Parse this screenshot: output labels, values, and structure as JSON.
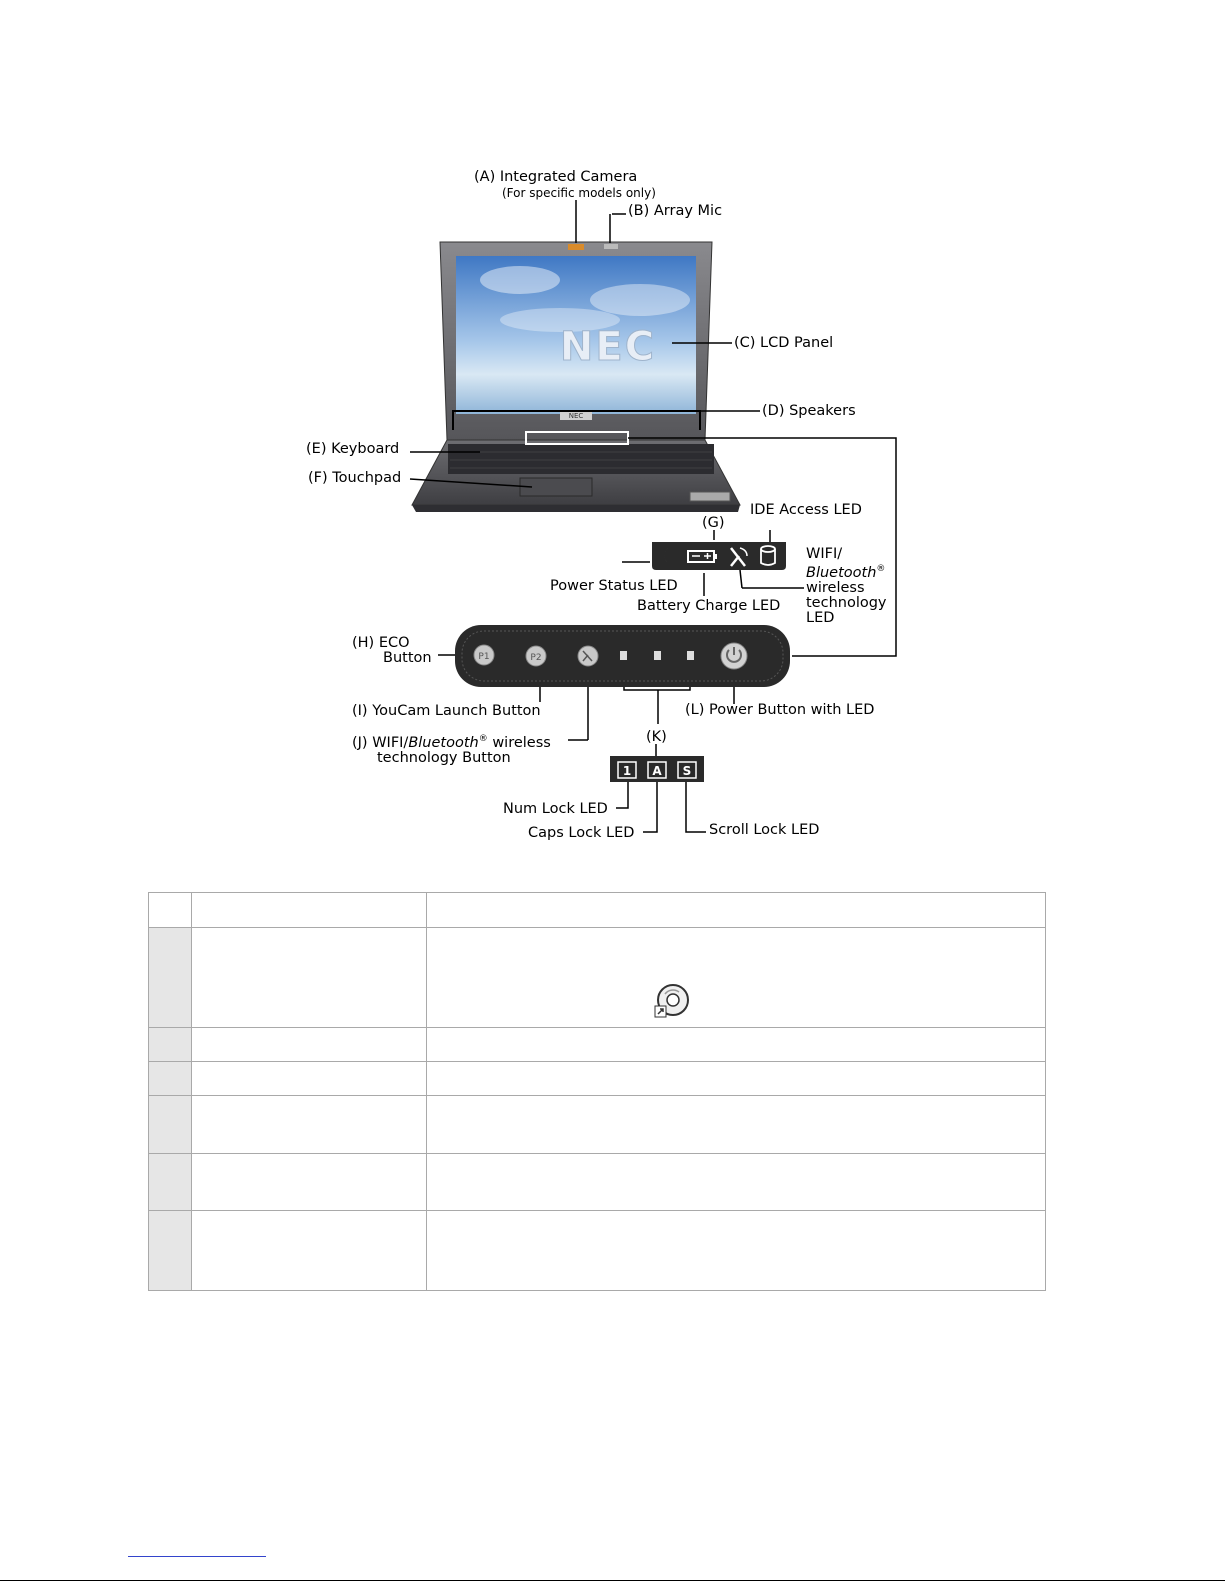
{
  "callouts": {
    "A": "(A) Integrated Camera",
    "A_note": "(For specific models only)",
    "B": "(B) Array Mic",
    "C": "(C) LCD Panel",
    "D": "(D) Speakers",
    "E": "(E) Keyboard",
    "F": "(F) Touchpad",
    "G": "(G)",
    "H_line1": "(H) ECO",
    "H_line2": "Button",
    "I": "(I) YouCam Launch Button",
    "J_prefix": "(J) WIFI/",
    "J_italic": "Bluetooth",
    "J_sup": "®",
    "J_suffix": " wireless",
    "J_line2": "technology Button",
    "K": "(K)",
    "L": "(L) Power Button with LED"
  },
  "led_labels": {
    "ide": "IDE Access LED",
    "power_status": "Power Status LED",
    "battery": "Battery Charge LED",
    "wifi_line1": "WIFI/",
    "wifi_italic": "Bluetooth",
    "wifi_sup": "®",
    "wifi_line3": "wireless",
    "wifi_line4": "technology",
    "wifi_line5": "LED",
    "num": "Num Lock LED",
    "caps": "Caps Lock LED",
    "scroll": "Scroll Lock LED"
  },
  "screen_logo": "NEC",
  "bezel_logo": "NEC",
  "buttons": {
    "p1": "P1",
    "p2": "P2"
  },
  "lock_keys": [
    "1",
    "A",
    "S"
  ],
  "colors": {
    "panel": "#2a2a2a",
    "screen_sky": "#5b8fcf",
    "table_border": "#a9a9a9",
    "table_first_col": "#e6e6e6"
  },
  "table_icon": "disc-shortcut-icon"
}
